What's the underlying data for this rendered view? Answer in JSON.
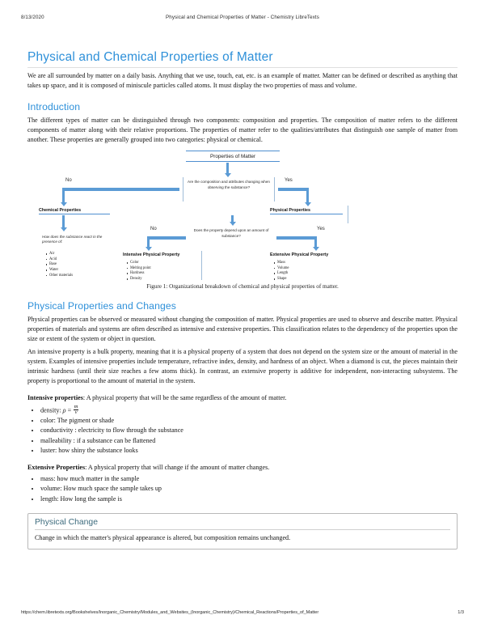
{
  "print_header": {
    "date": "8/13/2020",
    "title": "Physical and Chemical Properties of Matter - Chemistry LibreTexts"
  },
  "print_footer": {
    "url": "https://chem.libretexts.org/Bookshelves/Inorganic_Chemistry/Modules_and_Websites_(Inorganic_Chemistry)/Chemical_Reactions/Properties_of_Matter",
    "page": "1/3"
  },
  "document": {
    "title": "Physical and Chemical Properties of Matter",
    "intro_paragraph": "We are all surrounded by matter on a daily basis. Anything that we use, touch, eat, etc. is an example of matter. Matter can be defined or described as anything that takes up space, and it is composed of miniscule particles called atoms. It must display the two properties of mass and volume."
  },
  "introduction": {
    "heading": "Introduction",
    "paragraph": "The different types of matter can be distinguished through two components: composition and properties. The composition of matter refers to the different components of matter along with their relative proportions. The properties of matter refer to the qualities/attributes that distinguish one sample of matter from another. These properties are generally grouped into two categories: physical or chemical."
  },
  "figure": {
    "caption": "Figure 1: Organizational breakdown of chemical and physical properties of matter.",
    "root_label": "Properties of Matter",
    "question_1": "Are the composition and attributes changing when observing the substance?",
    "branch_no_label": "No",
    "branch_yes_label": "Yes",
    "chemical": {
      "heading": "Chemical Properties",
      "question": "How does the substance react in the presence of:",
      "items": [
        "Air",
        "Acid",
        "Base",
        "Water",
        "Other materials"
      ]
    },
    "physical": {
      "heading": "Physical Properties",
      "question": "Does the property depend upon an amount of substance?",
      "branch_no_label": "No",
      "branch_yes_label": "Yes",
      "intensive": {
        "heading": "Intensive Physical Property",
        "items": [
          "Color",
          "Melting point",
          "Hardness",
          "Density"
        ]
      },
      "extensive": {
        "heading": "Extensive Physical Property",
        "items": [
          "Mass",
          "Volume",
          "Length",
          "Shape"
        ]
      }
    }
  },
  "physical_properties": {
    "heading": "Physical Properties and Changes",
    "paragraph_1": "Physical properties can be observed or measured without changing the composition of matter. Physical properties are used to observe and describe matter. Physical properties of materials and systems are often described as intensive and extensive properties. This classification relates to the dependency of the properties upon the size or extent of the system or object in question.",
    "paragraph_2": "An intensive property is a bulk property, meaning that it is a physical property of a system that does not depend on the system size or the amount of material in the system. Examples of intensive properties include temperature, refractive index, density, and hardness of an object. When a diamond is cut, the pieces maintain their intrinsic hardness (until their size reaches a few atoms thick). In contrast, an extensive property is additive for independent, non-interacting subsystems. The property is proportional to the amount of material in the system.",
    "intensive_lead_bold": "Intensive properties",
    "intensive_lead_rest": ": A physical property that will be the same regardless of the amount of matter.",
    "intensive_items": [
      {
        "term": "density: ",
        "formula": true,
        "symbol": "ρ",
        "equals": " = ",
        "numerator": "m",
        "denominator": "v",
        "text": ""
      },
      {
        "term": "color: ",
        "formula": false,
        "text": "The pigment or shade"
      },
      {
        "term": "conductivity : ",
        "formula": false,
        "text": "electricity to flow through the substance"
      },
      {
        "term": "malleability : ",
        "formula": false,
        "text": "if a substance can be flattened"
      },
      {
        "term": "luster: ",
        "formula": false,
        "text": "how shiny the substance looks"
      }
    ],
    "extensive_lead_bold": "Extensive Properties",
    "extensive_lead_rest": ": A physical property that will change if the amount of matter changes.",
    "extensive_items": [
      "mass: how much matter in the sample",
      "volume: How much space the sample takes up",
      "length: How long the sample is"
    ]
  },
  "callout": {
    "title": "Physical Change",
    "body": "Change in which the matter's physical appearance is altered, but composition remains unchanged."
  },
  "colors": {
    "heading_blue": "#2e90d9",
    "arrow_blue": "#5b9bd5",
    "callout_title": "#3d6b7d"
  }
}
